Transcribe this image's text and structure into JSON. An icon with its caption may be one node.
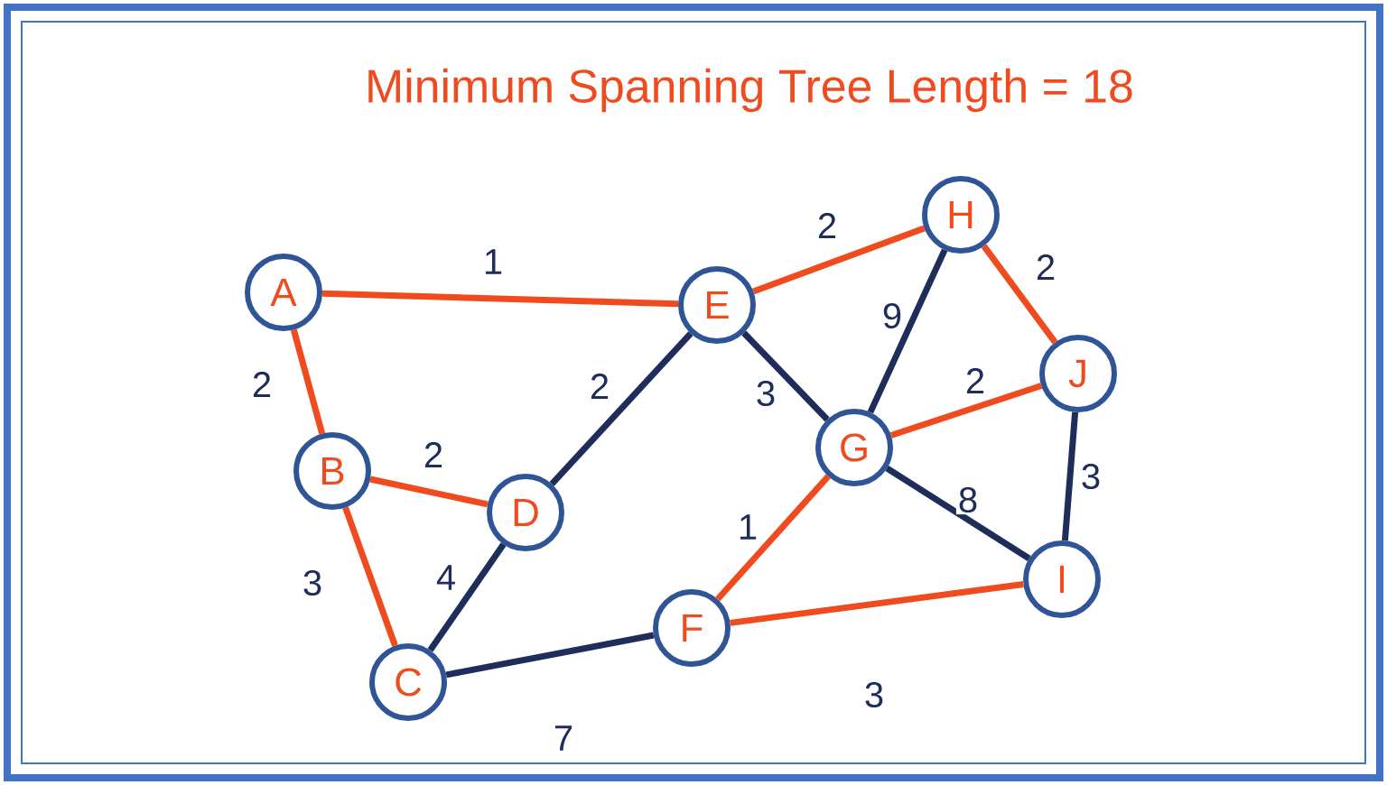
{
  "diagram": {
    "title": "Minimum Spanning Tree Length  =  18",
    "nodes": [
      {
        "text": [
          "A"
        ]
      },
      {
        "text": [
          "B"
        ]
      },
      {
        "text": [
          "C"
        ]
      },
      {
        "text": [
          "D"
        ]
      },
      {
        "text": [
          "E"
        ]
      },
      {
        "text": [
          "F"
        ]
      },
      {
        "text": [
          "G"
        ]
      },
      {
        "text": [
          "H"
        ]
      },
      {
        "text": [
          "J"
        ]
      },
      {
        "text": [
          "I"
        ]
      }
    ],
    "edges": [
      {
        "from": 0,
        "to": 4,
        "arrow": "none",
        "label": "1"
      },
      {
        "from": 0,
        "to": 1,
        "arrow": "none",
        "label": "2"
      },
      {
        "from": 1,
        "to": 3,
        "arrow": "none",
        "label": "2"
      },
      {
        "from": 1,
        "to": 2,
        "arrow": "none",
        "label": "3"
      },
      {
        "from": 2,
        "to": 3,
        "arrow": "none",
        "label": "4",
        "color": "#1f2d5a"
      },
      {
        "from": 3,
        "to": 4,
        "arrow": "none",
        "label": "2",
        "color": "#1f2d5a"
      },
      {
        "from": 4,
        "to": 7,
        "arrow": "none",
        "label": "2"
      },
      {
        "from": 4,
        "to": 6,
        "arrow": "none",
        "label": "3",
        "color": "#1f2d5a"
      },
      {
        "from": 7,
        "to": 6,
        "arrow": "none",
        "label": "9",
        "color": "#1f2d5a"
      },
      {
        "from": 7,
        "to": 8,
        "arrow": "none",
        "label": "2"
      },
      {
        "from": 6,
        "to": 8,
        "arrow": "none",
        "label": "2"
      },
      {
        "from": 6,
        "to": 5,
        "arrow": "none",
        "label": "1"
      },
      {
        "from": 6,
        "to": 9,
        "arrow": "none",
        "label": "8",
        "color": "#1f2d5a"
      },
      {
        "from": 8,
        "to": 9,
        "arrow": "none",
        "label": "3",
        "color": "#1f2d5a"
      },
      {
        "from": 5,
        "to": 9,
        "arrow": "none",
        "label": "3"
      },
      {
        "from": 2,
        "to": 5,
        "arrow": "none",
        "label": "7",
        "color": "#1f2d5a"
      }
    ]
  }
}
